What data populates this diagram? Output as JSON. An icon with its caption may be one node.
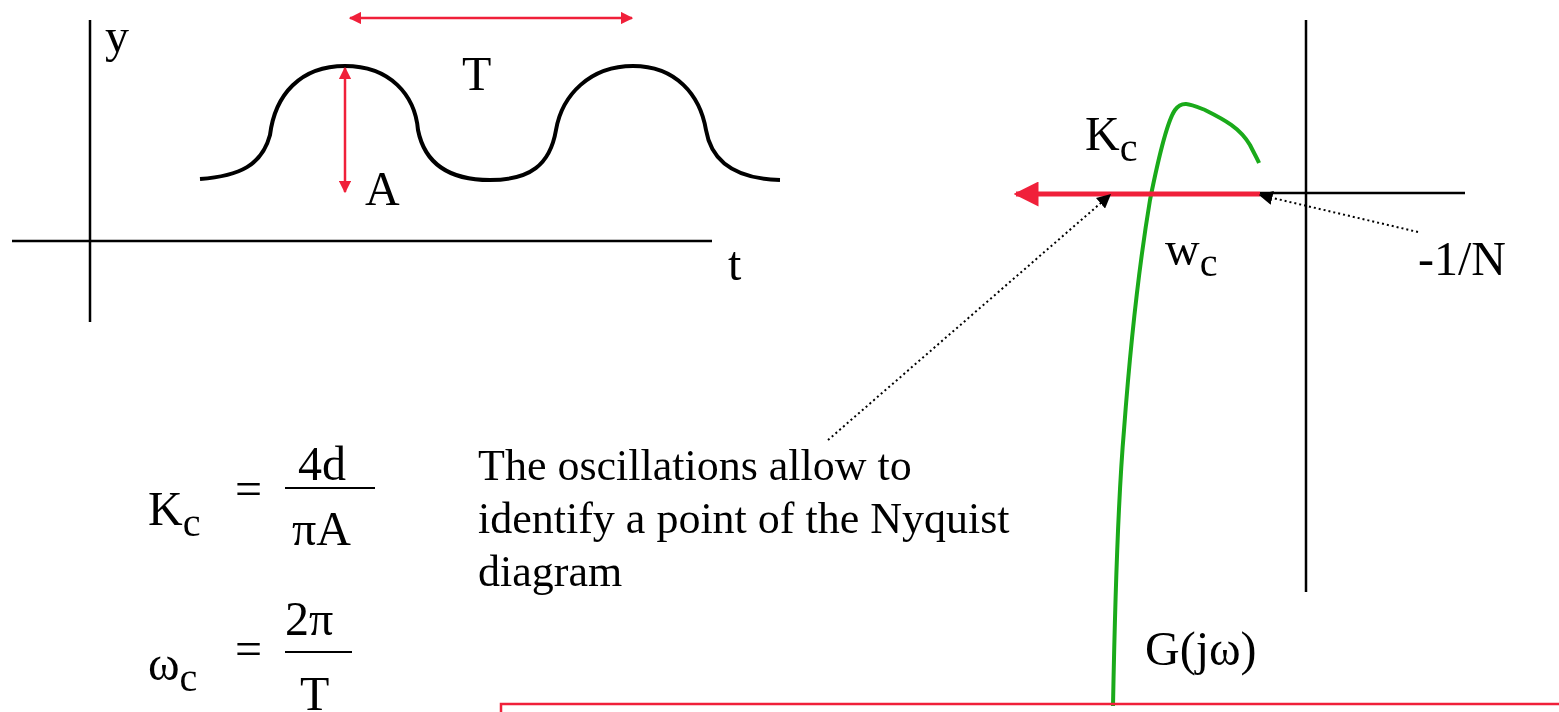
{
  "diagram": {
    "nodes": [
      {
        "text": [
          "The oscillations allow to identify a point of the Nyquist diagram"
        ]
      },
      {
        "text": [
          "-1/N"
        ]
      },
      {
        "text": [],
        "shape": "arrow"
      }
    ],
    "edges": [
      {
        "from": 0,
        "to": 2,
        "arrow": "to",
        "style": "dashed"
      },
      {
        "from": 1,
        "to": 2,
        "arrow": "to",
        "style": "dashed"
      }
    ],
    "labels": [
      "y",
      "T",
      "A",
      "t",
      "K$_{c}$",
      "w$_{c}$",
      "K$_{c}$",
      "=",
      "4d",
      "πA",
      "ω$_{c}$",
      "=",
      "2π",
      "T",
      "G(jω)"
    ]
  }
}
